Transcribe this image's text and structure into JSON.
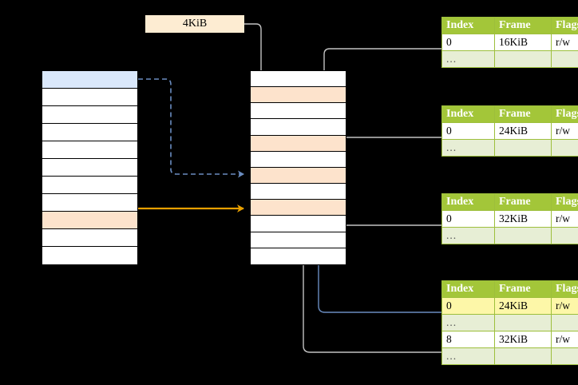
{
  "diagram": {
    "title": "page-table-translation-diagram",
    "colors": {
      "table_header_bg": "#a3c639",
      "table_alt_row_bg": "#e7eed5",
      "highlight_yellow": "#fdf7a8",
      "row_peach": "#fde3cc",
      "row_blue": "#dae8fb",
      "chip_bg": "#fdecd2",
      "arrow_orange": "#e8a000",
      "arrow_blue": "#6a8cc0",
      "arrow_gray": "#c8c8c8",
      "background": "#000000"
    }
  },
  "chip": {
    "label": "4KiB"
  },
  "left_column": {
    "name": "virtual-address-space",
    "rows": [
      {
        "fill": "blue",
        "label": ""
      },
      {
        "fill": "white",
        "label": ""
      },
      {
        "fill": "white",
        "label": ""
      },
      {
        "fill": "white",
        "label": ""
      },
      {
        "fill": "white",
        "label": ""
      },
      {
        "fill": "white",
        "label": ""
      },
      {
        "fill": "white",
        "label": ""
      },
      {
        "fill": "white",
        "label": ""
      },
      {
        "fill": "peach",
        "label": ""
      },
      {
        "fill": "white",
        "label": ""
      },
      {
        "fill": "white",
        "label": ""
      }
    ]
  },
  "middle_column": {
    "name": "physical-address-space",
    "rows": [
      {
        "fill": "white",
        "label": ""
      },
      {
        "fill": "peach",
        "label": ""
      },
      {
        "fill": "white",
        "label": ""
      },
      {
        "fill": "white",
        "label": ""
      },
      {
        "fill": "peach",
        "label": ""
      },
      {
        "fill": "white",
        "label": ""
      },
      {
        "fill": "peach",
        "label": ""
      },
      {
        "fill": "white",
        "label": ""
      },
      {
        "fill": "peach",
        "label": ""
      },
      {
        "fill": "white",
        "label": ""
      },
      {
        "fill": "white",
        "label": ""
      },
      {
        "fill": "white",
        "label": ""
      }
    ]
  },
  "page_tables": [
    {
      "name": "page-table-level-1",
      "columns": [
        "Index",
        "Frame",
        "Flags"
      ],
      "rows": [
        {
          "cells": [
            "0",
            "16KiB",
            "r/w"
          ],
          "style": "normal",
          "highlight": []
        },
        {
          "cells": [
            "...",
            "",
            ""
          ],
          "style": "alt",
          "highlight": []
        }
      ]
    },
    {
      "name": "page-table-level-2",
      "columns": [
        "Index",
        "Frame",
        "Flags"
      ],
      "rows": [
        {
          "cells": [
            "0",
            "24KiB",
            "r/w"
          ],
          "style": "normal",
          "highlight": []
        },
        {
          "cells": [
            "...",
            "",
            ""
          ],
          "style": "alt",
          "highlight": []
        }
      ]
    },
    {
      "name": "page-table-level-3",
      "columns": [
        "Index",
        "Frame",
        "Flags"
      ],
      "rows": [
        {
          "cells": [
            "0",
            "32KiB",
            "r/w"
          ],
          "style": "normal",
          "highlight": []
        },
        {
          "cells": [
            "...",
            "",
            ""
          ],
          "style": "alt",
          "highlight": []
        }
      ]
    },
    {
      "name": "page-table-level-4",
      "columns": [
        "Index",
        "Frame",
        "Flags"
      ],
      "rows": [
        {
          "cells": [
            "0",
            "24KiB",
            "r/w"
          ],
          "style": "normal",
          "highlight": [
            0,
            1,
            2
          ]
        },
        {
          "cells": [
            "...",
            "",
            ""
          ],
          "style": "alt",
          "highlight": []
        },
        {
          "cells": [
            "8",
            "32KiB",
            "r/w"
          ],
          "style": "normal",
          "highlight": []
        },
        {
          "cells": [
            "...",
            "",
            ""
          ],
          "style": "alt",
          "highlight": []
        }
      ]
    }
  ]
}
